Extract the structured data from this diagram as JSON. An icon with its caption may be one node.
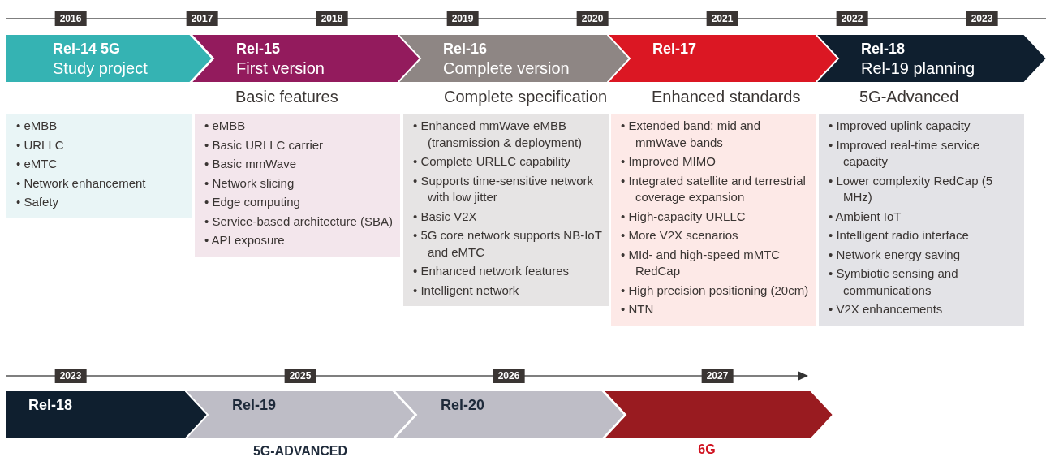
{
  "diagram": {
    "nodes": [
      {
        "text": [
          "Rel-14 5G",
          "Study project"
        ]
      },
      {
        "text": [
          "Rel-15",
          "First version"
        ]
      },
      {
        "text": [
          "Rel-16",
          "Complete version"
        ]
      },
      {
        "text": [
          "Rel-17"
        ]
      },
      {
        "text": [
          "Rel-18",
          "Rel-19 planning"
        ]
      },
      {
        "text": [
          "• eMBB",
          "• URLLC",
          "• eMTC",
          "• Network enhancement",
          "• Safety"
        ]
      },
      {
        "text": [
          "Basic features",
          "• eMBB",
          "• Basic URLLC carrier",
          "• Basic mmWave",
          "• Network slicing",
          "• Edge computing",
          "• Service-based architecture (SBA)",
          "• API exposure"
        ]
      },
      {
        "text": [
          "Complete specification",
          "• Enhanced mmWave eMBB (transmission & deployment)",
          "• Complete URLLC capability",
          "• Supports time-sensitive network with low jitter",
          "• Basic V2X",
          "• 5G core network supports NB-IoT and eMTC",
          "• Enhanced network features",
          "• Intelligent network"
        ]
      },
      {
        "text": [
          "Enhanced standards",
          "• Extended band: mid and mmWave bands",
          "• Improved MIMO",
          "• Integrated satellite and terrestrial coverage expansion",
          "• High-capacity URLLC",
          "• More V2X scenarios",
          "• MId- and high-speed mMTC RedCap",
          "• High precision positioning (20cm)",
          "• NTN"
        ]
      },
      {
        "text": [
          "5G-Advanced",
          "• Improved uplink capacity",
          "• Improved real-time service capacity",
          "• Lower complexity RedCap (5 MHz)",
          "• Ambient IoT",
          "• Intelligent radio interface",
          "• Network energy saving",
          "• Symbiotic sensing and communications",
          "• V2X enhancements"
        ]
      },
      {
        "text": [
          "Rel-18"
        ]
      },
      {
        "text": [
          "Rel-19"
        ]
      },
      {
        "text": [
          "Rel-20"
        ]
      },
      {
        "text": [],
        "shape": "chevron",
        "beside": [
          "6G"
        ]
      }
    ],
    "edges": [],
    "labels": [
      "2016",
      "2017",
      "2018",
      "2019",
      "2020",
      "2021",
      "2022",
      "2023",
      "2023",
      "2025",
      "2026",
      "2027",
      "5G-ADVANCED"
    ]
  }
}
